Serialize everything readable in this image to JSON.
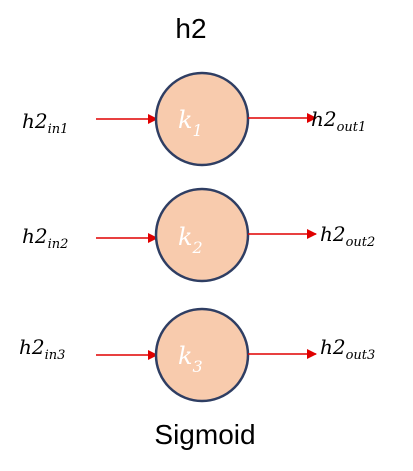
{
  "title": "h2",
  "footer": "Sigmoid",
  "colors": {
    "node_fill": "#F8CBAD",
    "node_stroke": "#2F3E63",
    "arrow": "#E00000",
    "node_text": "#ffffff"
  },
  "nodes": [
    {
      "label_main": "k",
      "label_sub": "1",
      "input_main": "h2",
      "input_sub": "in1",
      "output_main": "h2",
      "output_sub": "out1"
    },
    {
      "label_main": "k",
      "label_sub": "2",
      "input_main": "h2",
      "input_sub": "in2",
      "output_main": "h2",
      "output_sub": "out2"
    },
    {
      "label_main": "k",
      "label_sub": "3",
      "input_main": "h2",
      "input_sub": "in3",
      "output_main": "h2",
      "output_sub": "out3"
    }
  ]
}
